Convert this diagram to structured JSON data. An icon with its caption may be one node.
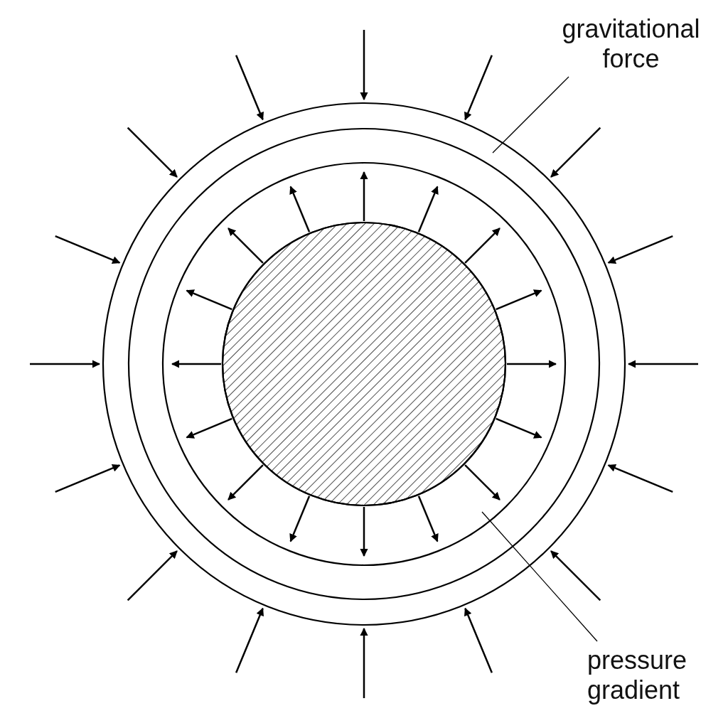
{
  "diagram": {
    "nodes": [
      {
        "text": [
          "gravitational force"
        ]
      },
      {
        "text": [],
        "shape": "circle"
      },
      {
        "text": [
          "pressure gradient"
        ]
      },
      {
        "text": [],
        "shape": "circle",
        "in": 1
      }
    ],
    "edges": [
      {
        "from": 0,
        "to": 1,
        "arrow": "none"
      },
      {
        "from": 2,
        "to": 3,
        "arrow": "none"
      }
    ]
  }
}
